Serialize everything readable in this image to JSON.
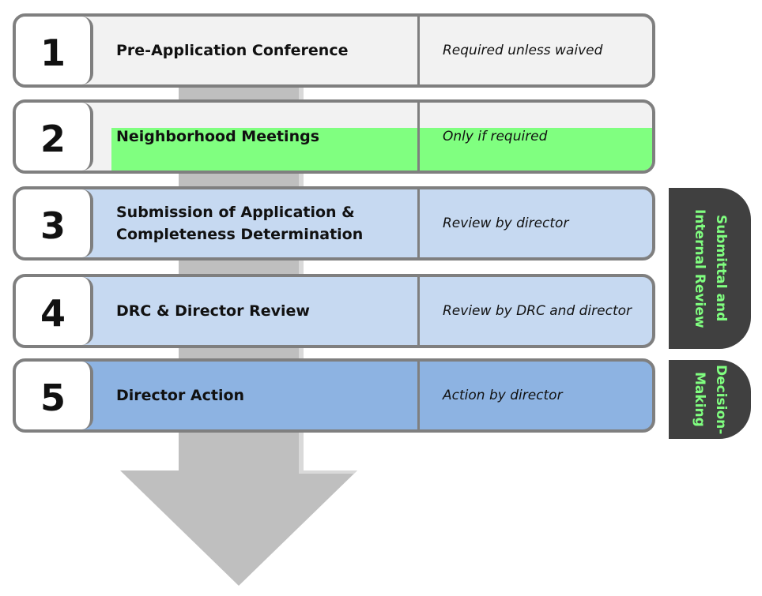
{
  "steps": [
    {
      "number": "1",
      "title": "Pre-Application Conference",
      "note": "Required unless waived",
      "color": "#f2f2f2"
    },
    {
      "number": "2",
      "title": "Neighborhood Meetings",
      "note": "Only if required",
      "color": "#f2f2f2",
      "highlight": "#80ff80"
    },
    {
      "number": "3",
      "title": "Submission of Application & Completeness Determination",
      "note": "Review by director",
      "color": "#c6d9f1"
    },
    {
      "number": "4",
      "title": "DRC & Director Review",
      "note": "Review by DRC and director",
      "color": "#c6d9f1"
    },
    {
      "number": "5",
      "title": "Director Action",
      "note": "Action by director",
      "color": "#8db3e2"
    }
  ],
  "phases": [
    {
      "label": "Submittal and\nInternal Review"
    },
    {
      "label": "Decision-\nMaking"
    }
  ],
  "colors": {
    "border": "#7f7f7f",
    "arrow": "#bfbfbf",
    "phase_bg": "#404040",
    "phase_text": "#80ff80"
  }
}
